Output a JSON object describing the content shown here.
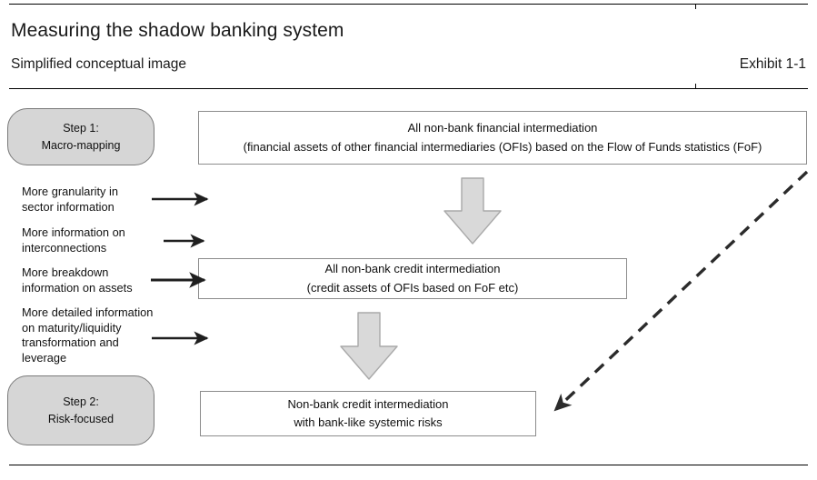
{
  "header": {
    "title": "Measuring the shadow banking system",
    "subtitle": "Simplified conceptual image",
    "exhibit": "Exhibit 1-1"
  },
  "steps": [
    {
      "id": "step1",
      "line1": "Step 1:",
      "line2": "Macro-mapping"
    },
    {
      "id": "step2",
      "line1": "Step 2:",
      "line2": "Risk-focused"
    }
  ],
  "boxes": [
    {
      "id": "box-top",
      "line1": "All non-bank financial intermediation",
      "line2": "(financial assets of other financial intermediaries (OFIs) based on the Flow of Funds statistics (FoF)"
    },
    {
      "id": "box-middle",
      "line1": "All non-bank credit intermediation",
      "line2": "(credit assets of OFIs based on FoF etc)"
    },
    {
      "id": "box-bottom",
      "line1": "Non-bank credit intermediation",
      "line2": "with bank-like systemic risks"
    }
  ],
  "annotations": [
    {
      "text": "More granularity in\nsector information"
    },
    {
      "text": "More information on\ninterconnections"
    },
    {
      "text": "More breakdown\ninformation on assets"
    },
    {
      "text": "More detailed information\non maturity/liquidity\ntransformation and\nleverage"
    }
  ],
  "icons": {
    "down_arrow_1": "down-block-arrow",
    "down_arrow_2": "down-block-arrow",
    "dashed_arrow": "dashed-diagonal-arrow",
    "annot_arrows": "right-arrow"
  },
  "colors": {
    "pill_fill": "#d6d6d6",
    "pill_border": "#7a7a7a",
    "box_border": "#8c8c8c",
    "block_arrow_fill": "#d9d9d9",
    "block_arrow_border": "#a6a6a6",
    "rule": "#000000",
    "text": "#1a1a1a",
    "dashed_arrow": "#2b2b2b"
  }
}
